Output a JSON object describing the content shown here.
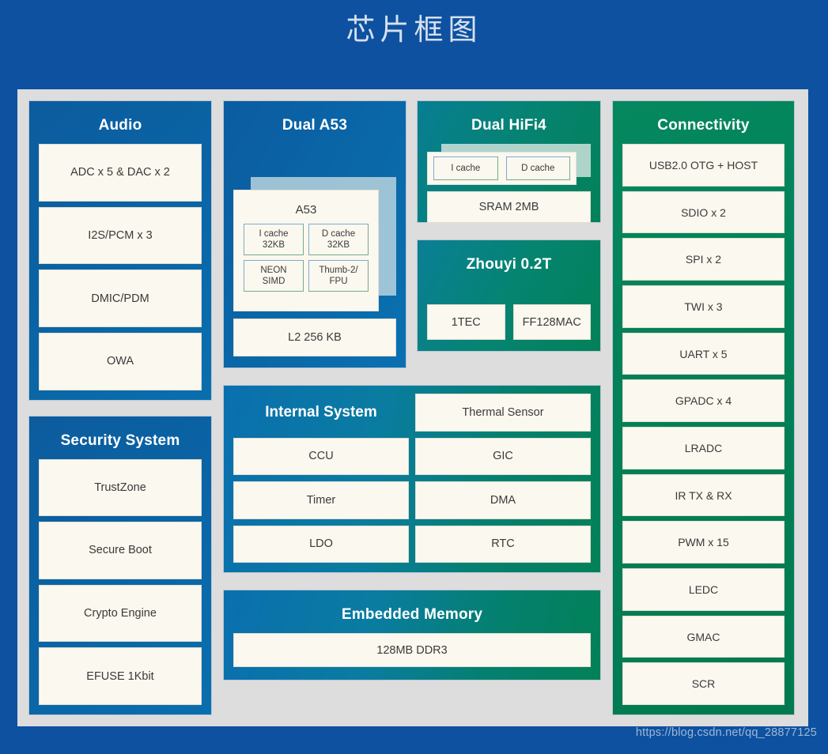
{
  "page": {
    "title": "芯片框图",
    "watermark": "https://blog.csdn.net/qq_28877125",
    "colors": {
      "background": "#0d51a0",
      "panel": "#dddddd",
      "blue": "#0a63a4",
      "teal": "#06836f",
      "green": "#028057",
      "chip_fill": "#fbf8ef",
      "title_text": "#d6e0ee"
    }
  },
  "diagram": {
    "audio": {
      "title": "Audio",
      "items": [
        "ADC x 5 & DAC x 2",
        "I2S/PCM x 3",
        "DMIC/PDM",
        "OWA"
      ]
    },
    "security": {
      "title": "Security System",
      "items": [
        "TrustZone",
        "Secure Boot",
        "Crypto Engine",
        "EFUSE 1Kbit"
      ]
    },
    "dual_a53": {
      "title": "Dual A53",
      "core_label": "A53",
      "core_units": [
        "I cache 32KB",
        "D cache 32KB",
        "NEON SIMD",
        "Thumb-2/ FPU"
      ],
      "core_units_lines": [
        [
          "I cache",
          "32KB"
        ],
        [
          "D cache",
          "32KB"
        ],
        [
          "NEON",
          "SIMD"
        ],
        [
          "Thumb-2/",
          "FPU"
        ]
      ],
      "l2": "L2 256 KB"
    },
    "dual_hifi4": {
      "title": "Dual HiFi4",
      "caches": [
        "I cache",
        "D cache"
      ],
      "sram": "SRAM 2MB"
    },
    "zhouyi": {
      "title": "Zhouyi 0.2T",
      "items": [
        "1TEC",
        "FF128MAC"
      ]
    },
    "internal_system": {
      "title": "Internal System",
      "items": [
        "Thermal Sensor",
        "CCU",
        "GIC",
        "Timer",
        "DMA",
        "LDO",
        "RTC"
      ]
    },
    "embedded_memory": {
      "title": "Embedded Memory",
      "items": [
        "128MB DDR3"
      ]
    },
    "connectivity": {
      "title": "Connectivity",
      "items": [
        "USB2.0 OTG + HOST",
        "SDIO x 2",
        "SPI x 2",
        "TWI x 3",
        "UART x 5",
        "GPADC  x 4",
        "LRADC",
        "IR TX & RX",
        "PWM x 15",
        "LEDC",
        "GMAC",
        "SCR"
      ]
    }
  }
}
